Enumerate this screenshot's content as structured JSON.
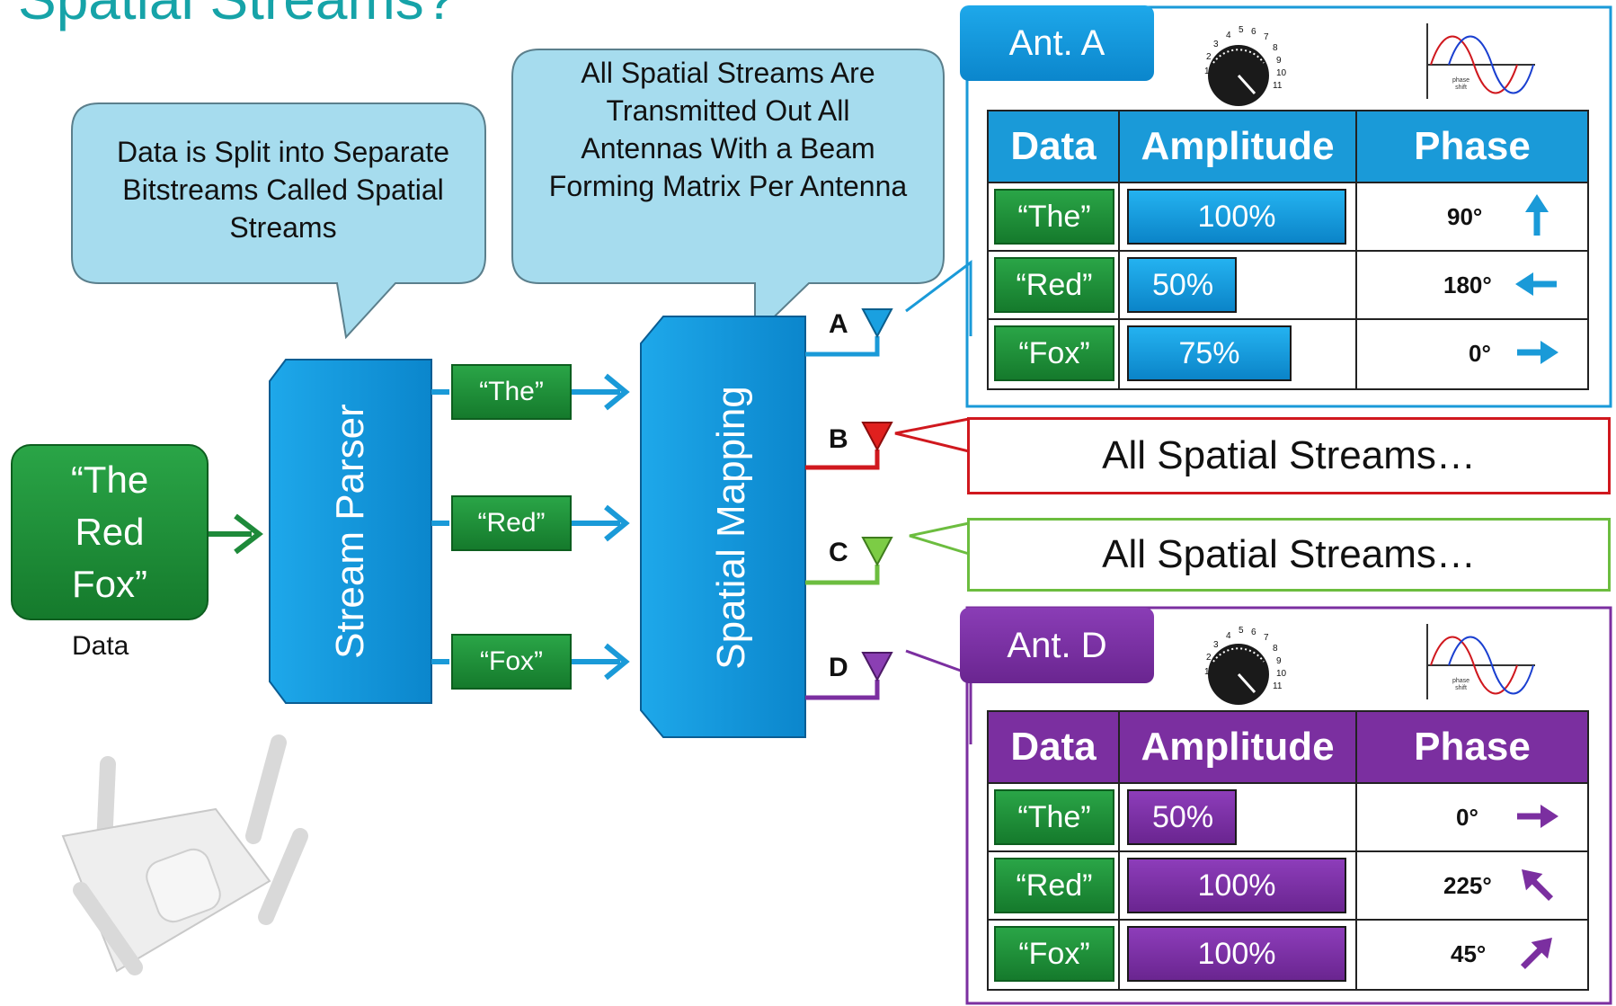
{
  "title": "Spatial Streams?",
  "bubble_left": "Data is Split into Separate Bitstreams Called Spatial Streams",
  "bubble_right": "All Spatial Streams Are Transmitted Out All Antennas With a Beam Forming Matrix Per Antenna",
  "source": {
    "text": "“The Red Fox”",
    "caption": "Data"
  },
  "stream_parser": "Stream Parser",
  "spatial_mapping": "Spatial Mapping",
  "streams": [
    "“The”",
    "“Red”",
    "“Fox”"
  ],
  "antennas": [
    {
      "label": "A",
      "color": "#1aa0e0"
    },
    {
      "label": "B",
      "color": "#d0181e"
    },
    {
      "label": "C",
      "color": "#6cbd3f"
    },
    {
      "label": "D",
      "color": "#7b2fa0"
    }
  ],
  "callout_b": "All Spatial Streams…",
  "callout_c": "All Spatial Streams…",
  "table_a": {
    "tab": "Ant. A",
    "color": "#1a9ad8",
    "headers": [
      "Data",
      "Amplitude",
      "Phase"
    ],
    "rows": [
      {
        "data": "“The”",
        "amplitude": "100%",
        "amp_fraction": 1.0,
        "phase": "90°",
        "angle": 90
      },
      {
        "data": "“Red”",
        "amplitude": "50%",
        "amp_fraction": 0.5,
        "phase": "180°",
        "angle": 180
      },
      {
        "data": "“Fox”",
        "amplitude": "75%",
        "amp_fraction": 0.75,
        "phase": "0°",
        "angle": 0
      }
    ]
  },
  "table_d": {
    "tab": "Ant. D",
    "color": "#7b2fa0",
    "headers": [
      "Data",
      "Amplitude",
      "Phase"
    ],
    "rows": [
      {
        "data": "“The”",
        "amplitude": "50%",
        "amp_fraction": 0.5,
        "phase": "0°",
        "angle": 0
      },
      {
        "data": "“Red”",
        "amplitude": "100%",
        "amp_fraction": 1.0,
        "phase": "225°",
        "angle": 135
      },
      {
        "data": "“Fox”",
        "amplitude": "100%",
        "amp_fraction": 1.0,
        "phase": "45°",
        "angle": 45
      }
    ]
  },
  "knob_numbers": [
    "1",
    "2",
    "3",
    "4",
    "5",
    "6",
    "7",
    "8",
    "9",
    "10",
    "11"
  ],
  "wave_labels": [
    "phase",
    "shift"
  ]
}
